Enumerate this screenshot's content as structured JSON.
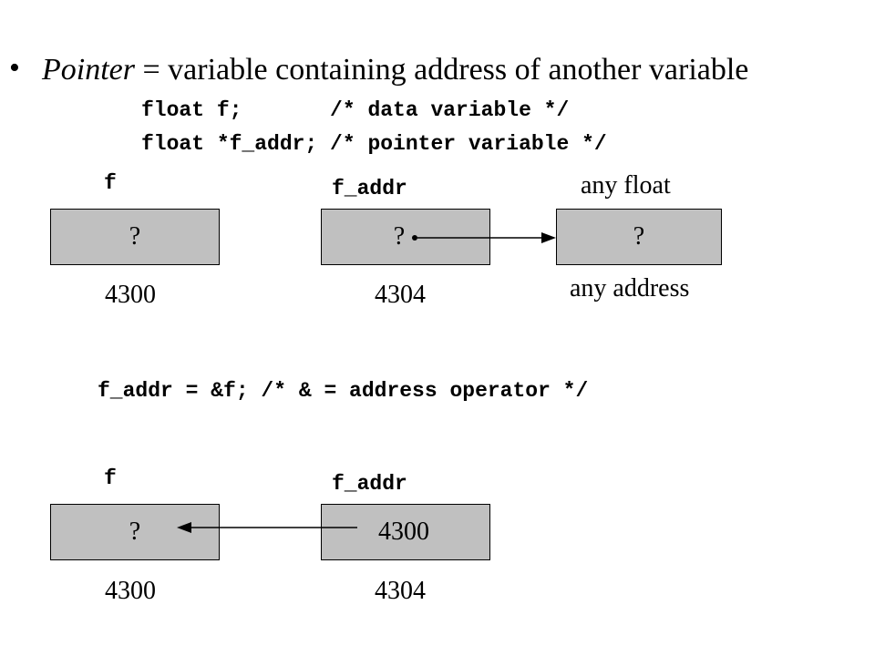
{
  "header": {
    "bullet": "•",
    "title_italic": "Pointer",
    "title_rest": " = variable containing address of another variable"
  },
  "code": {
    "line1": "float f;       /* data variable */",
    "line2": "float *f_addr; /* pointer variable */",
    "assignment": "f_addr = &f; /* & = address operator */"
  },
  "diagram_top": {
    "var_f_label": "f",
    "var_faddr_label": "f_addr",
    "target_label": "any float",
    "box_f_value": "?",
    "box_faddr_value": "?",
    "box_target_value": "?",
    "addr_f": "4300",
    "addr_faddr": "4304",
    "addr_target": "any address"
  },
  "diagram_bottom": {
    "var_f_label": "f",
    "var_faddr_label": "f_addr",
    "box_f_value": "?",
    "box_faddr_value": "4300",
    "addr_f": "4300",
    "addr_faddr": "4304"
  },
  "colors": {
    "box_fill": "#c0c0c0",
    "border": "#000000"
  }
}
